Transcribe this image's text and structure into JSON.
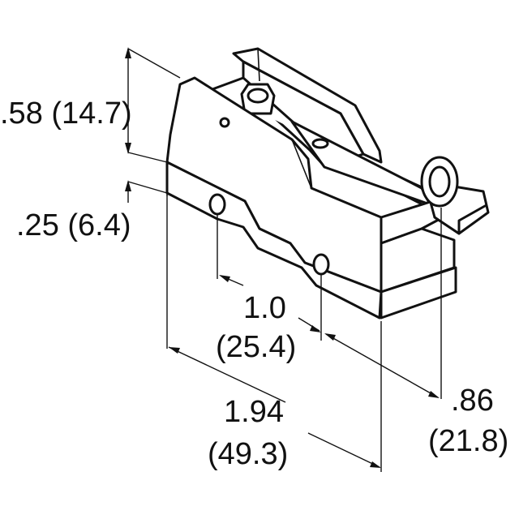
{
  "dimensions": {
    "height_total": ".58 (14.7)",
    "base_height": ".25 (6.4)",
    "hole_spacing_in": "1.0",
    "hole_spacing_mm": "(25.4)",
    "overall_length_in": "1.94",
    "overall_length_mm": "(49.3)",
    "roller_position_in": ".86",
    "roller_position_mm": "(21.8)"
  }
}
